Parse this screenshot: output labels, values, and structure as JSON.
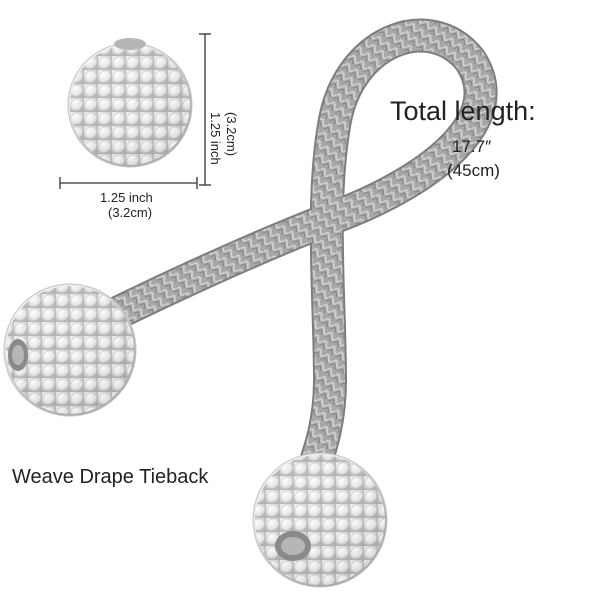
{
  "labels": {
    "total_length_title": "Total length:",
    "total_length_in": "17.7″",
    "total_length_cm": "(45cm)",
    "width_in": "1.25 inch",
    "width_cm": "(3.2cm)",
    "height_in": "1.25 inch",
    "height_cm": "(3.2cm)",
    "caption": "Weave Drape Tieback"
  },
  "colors": {
    "background": "#ffffff",
    "rope": "#a8a8a8",
    "rope_shadow": "#7d7d7d",
    "pearl": "#f2f2f2",
    "pearl_shadow": "#b9b9b9",
    "text": "#222222"
  }
}
